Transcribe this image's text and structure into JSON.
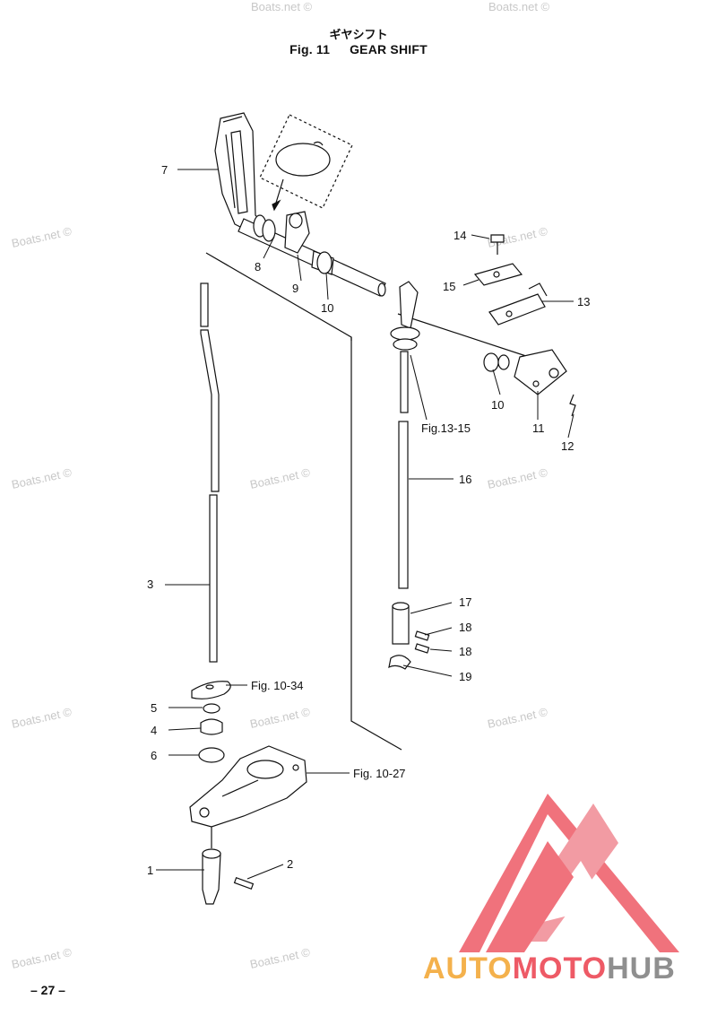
{
  "header": {
    "title_jp": "ギヤシフト",
    "fig_number": "Fig. 11",
    "title": "GEAR SHIFT"
  },
  "watermark": "Boats.net ©",
  "callouts": {
    "c1": "1",
    "c2": "2",
    "c3": "3",
    "c4": "4",
    "c5": "5",
    "c6": "6",
    "c7": "7",
    "c8": "8",
    "c9": "9",
    "c10a": "10",
    "c10b": "10",
    "c11": "11",
    "c12": "12",
    "c13": "13",
    "c14": "14",
    "c15": "15",
    "c16": "16",
    "c17": "17",
    "c18a": "18",
    "c18b": "18",
    "c19": "19",
    "ref_13_15": "Fig.13-15",
    "ref_10_34": "Fig. 10-34",
    "ref_10_27": "Fig. 10-27"
  },
  "footer": {
    "page": "– 27 –"
  },
  "brand": {
    "part1": "AUTO",
    "part2": "MOTO",
    "part3": "HUB"
  },
  "colors": {
    "line": "#111111",
    "logo_red": "#ee5a66",
    "logo_yellow": "#f4b14c",
    "logo_gray": "#8f8f8f",
    "watermark": "#c8c8c8"
  }
}
